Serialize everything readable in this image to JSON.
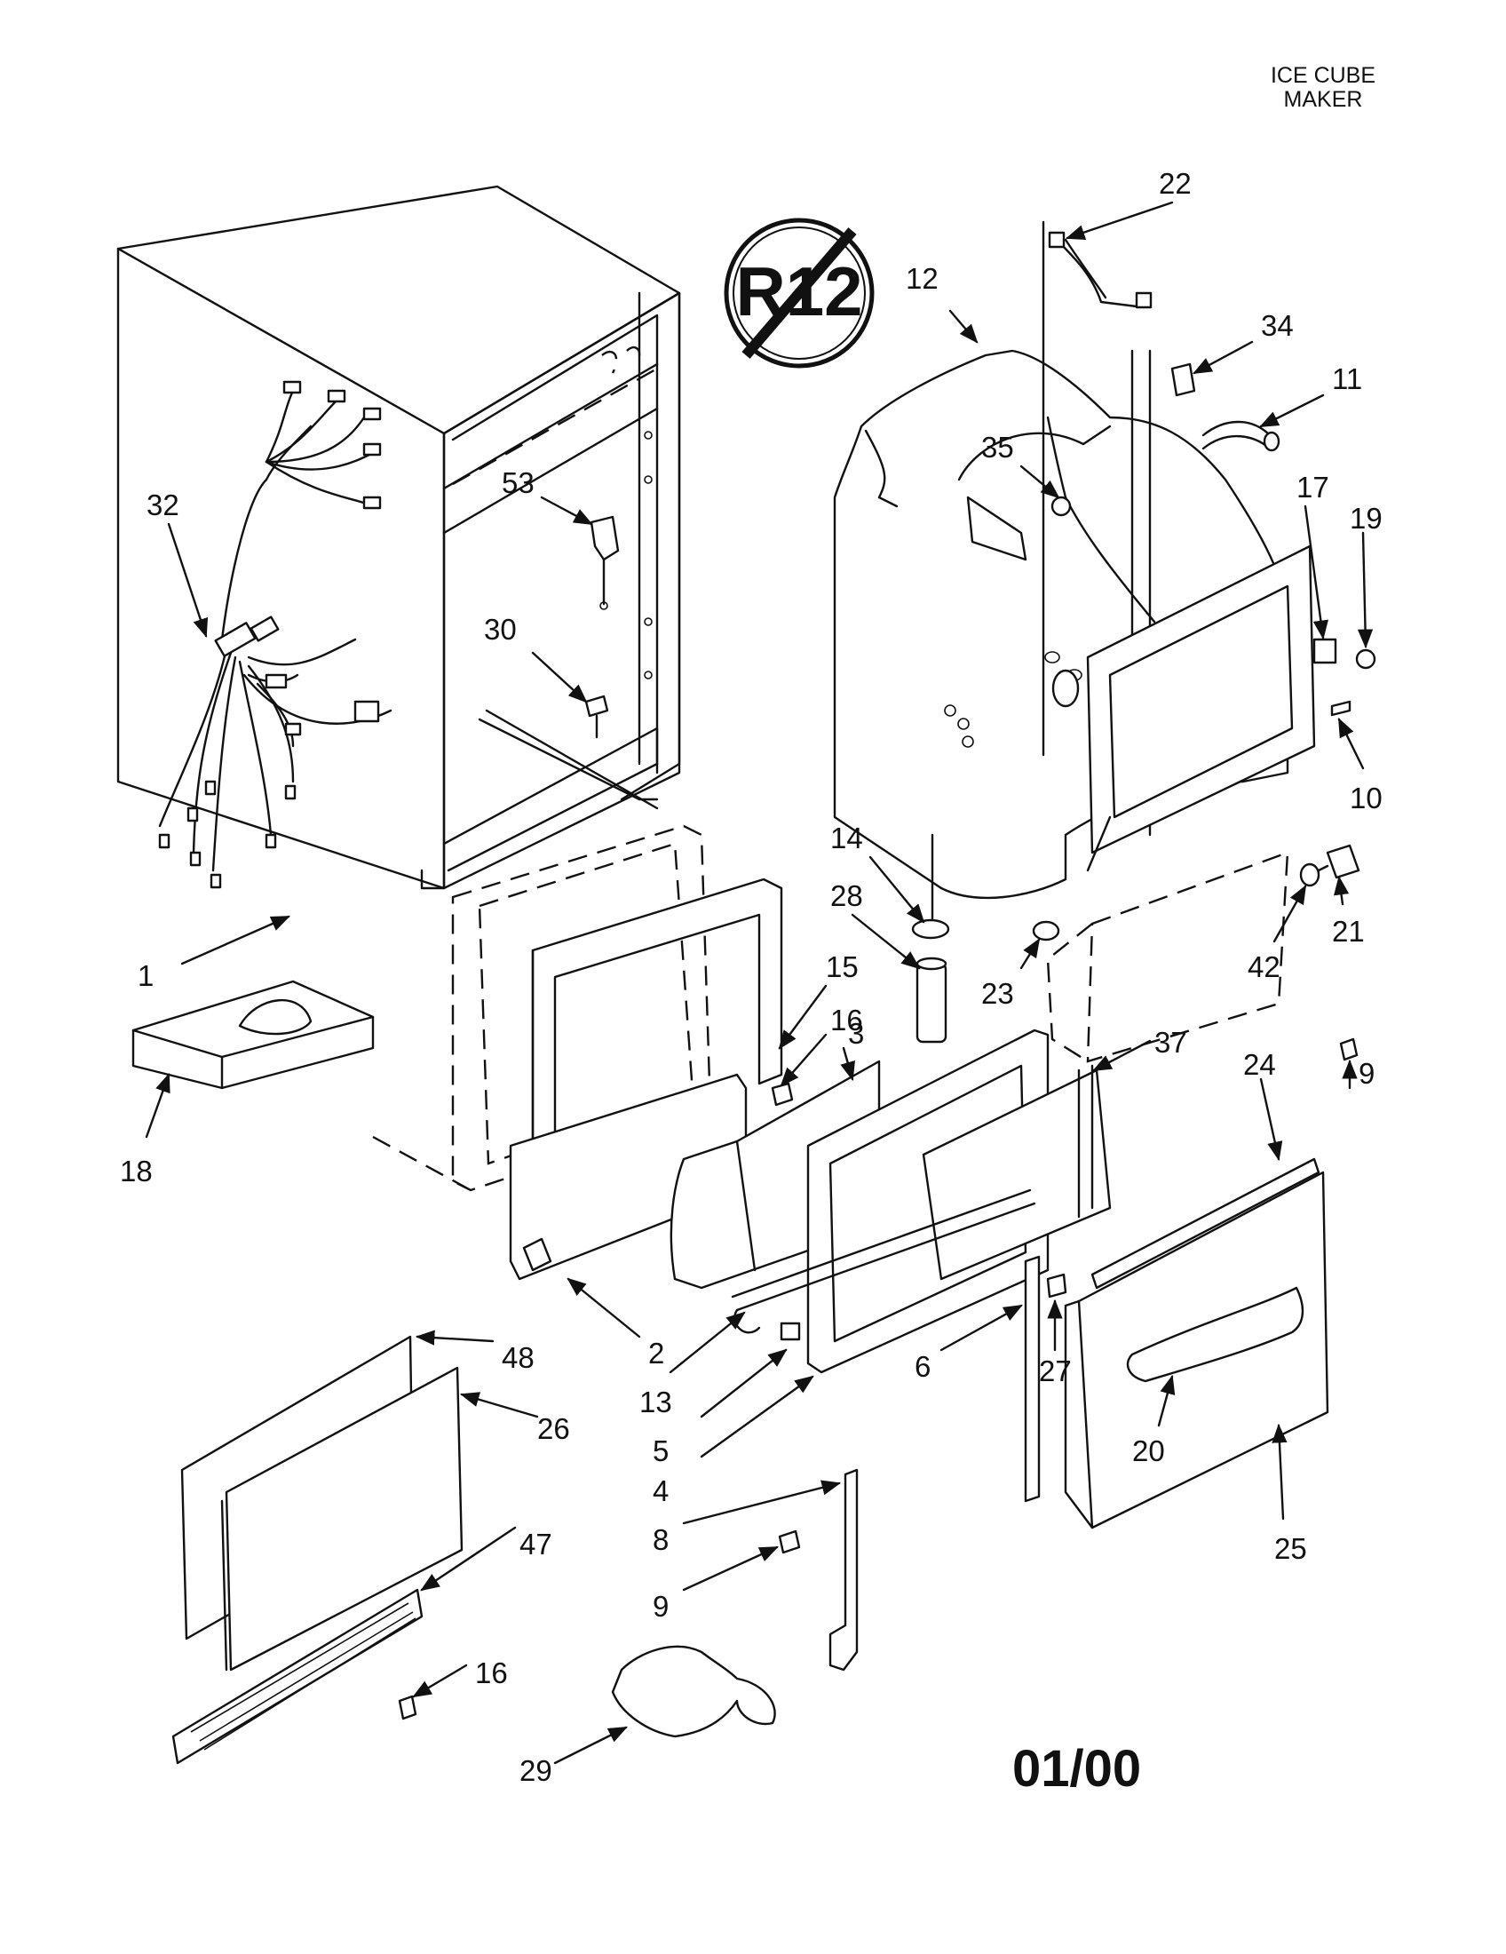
{
  "header": {
    "line1": "ICE CUBE",
    "line2": "MAKER"
  },
  "date_code": "01/00",
  "badge": {
    "text": "R12",
    "icon": "no-r12-refrigerant-icon"
  },
  "callouts": [
    {
      "id": "c22",
      "label": "22"
    },
    {
      "id": "c12",
      "label": "12"
    },
    {
      "id": "c34",
      "label": "34"
    },
    {
      "id": "c11",
      "label": "11"
    },
    {
      "id": "c35",
      "label": "35"
    },
    {
      "id": "c32",
      "label": "32"
    },
    {
      "id": "c53",
      "label": "53"
    },
    {
      "id": "c17",
      "label": "17"
    },
    {
      "id": "c19",
      "label": "19"
    },
    {
      "id": "c30",
      "label": "30"
    },
    {
      "id": "c10",
      "label": "10"
    },
    {
      "id": "c14",
      "label": "14"
    },
    {
      "id": "c28",
      "label": "28"
    },
    {
      "id": "c15",
      "label": "15"
    },
    {
      "id": "c1",
      "label": "1"
    },
    {
      "id": "c16a",
      "label": "16"
    },
    {
      "id": "c23",
      "label": "23"
    },
    {
      "id": "c42",
      "label": "42"
    },
    {
      "id": "c21",
      "label": "21"
    },
    {
      "id": "c3",
      "label": "3"
    },
    {
      "id": "c37",
      "label": "37"
    },
    {
      "id": "c9a",
      "label": "9"
    },
    {
      "id": "c24",
      "label": "24"
    },
    {
      "id": "c18",
      "label": "18"
    },
    {
      "id": "c2",
      "label": "2"
    },
    {
      "id": "c48",
      "label": "48"
    },
    {
      "id": "c6",
      "label": "6"
    },
    {
      "id": "c27",
      "label": "27"
    },
    {
      "id": "c13",
      "label": "13"
    },
    {
      "id": "c26",
      "label": "26"
    },
    {
      "id": "c5",
      "label": "5"
    },
    {
      "id": "c20",
      "label": "20"
    },
    {
      "id": "c4",
      "label": "4"
    },
    {
      "id": "c8",
      "label": "8"
    },
    {
      "id": "c25",
      "label": "25"
    },
    {
      "id": "c47",
      "label": "47"
    },
    {
      "id": "c9b",
      "label": "9"
    },
    {
      "id": "c16b",
      "label": "16"
    },
    {
      "id": "c29",
      "label": "29"
    }
  ]
}
